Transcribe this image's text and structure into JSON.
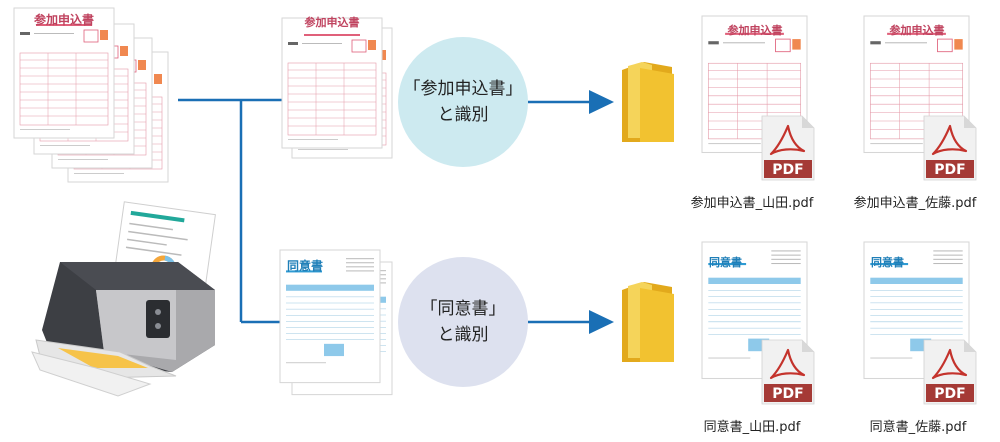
{
  "form_type_1": {
    "doc_title": "参加申込書",
    "circle_line1": "「参加申込書」",
    "circle_line2": "と識別",
    "files": [
      "参加申込書_山田.pdf",
      "参加申込書_佐藤.pdf"
    ]
  },
  "form_type_2": {
    "doc_title": "同意書",
    "circle_line1": "「同意書」",
    "circle_line2": "と識別",
    "files": [
      "同意書_山田.pdf",
      "同意書_佐藤.pdf"
    ]
  },
  "pdf_badge": "PDF",
  "colors": {
    "line": "#1a6fb5",
    "circle_top": "#cdeaf0",
    "circle_bottom": "#dde1ef",
    "folder": "#f2c230",
    "folder_back": "#e2a91c",
    "pdf_red": "#a53a36",
    "pink_title": "#e0607a",
    "blue_title": "#2e9bd3"
  }
}
